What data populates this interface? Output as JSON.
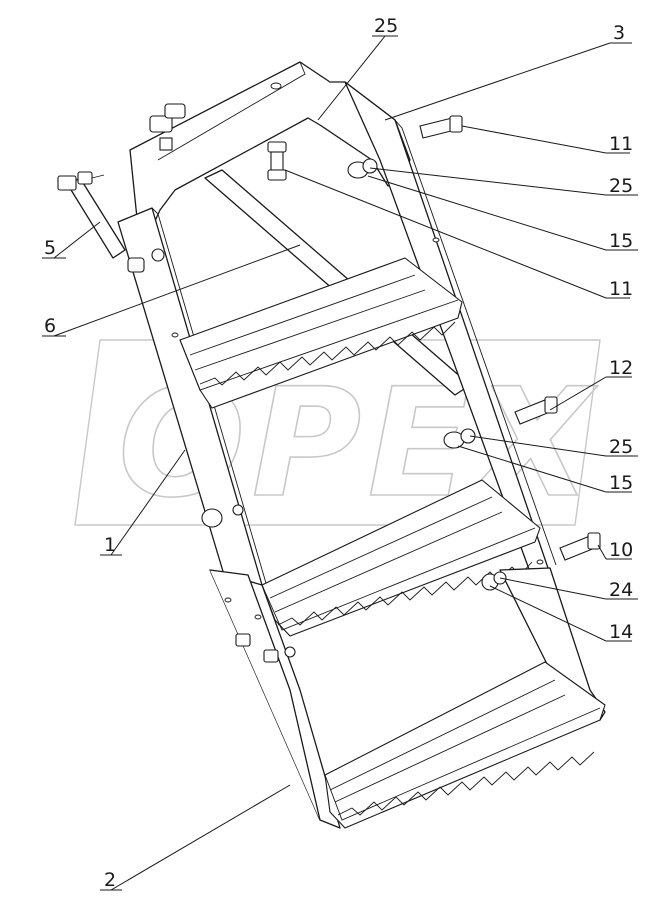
{
  "watermark": {
    "text": "OPEX"
  },
  "callouts": [
    {
      "id": "c25top",
      "number": "25"
    },
    {
      "id": "c3",
      "number": "3"
    },
    {
      "id": "c11a",
      "number": "11"
    },
    {
      "id": "c25a",
      "number": "25"
    },
    {
      "id": "c15a",
      "number": "15"
    },
    {
      "id": "c11b",
      "number": "11"
    },
    {
      "id": "c5",
      "number": "5"
    },
    {
      "id": "c6",
      "number": "6"
    },
    {
      "id": "c12",
      "number": "12"
    },
    {
      "id": "c25b",
      "number": "25"
    },
    {
      "id": "c15b",
      "number": "15"
    },
    {
      "id": "c1",
      "number": "1"
    },
    {
      "id": "c10",
      "number": "10"
    },
    {
      "id": "c24",
      "number": "24"
    },
    {
      "id": "c14",
      "number": "14"
    },
    {
      "id": "c2",
      "number": "2"
    }
  ]
}
